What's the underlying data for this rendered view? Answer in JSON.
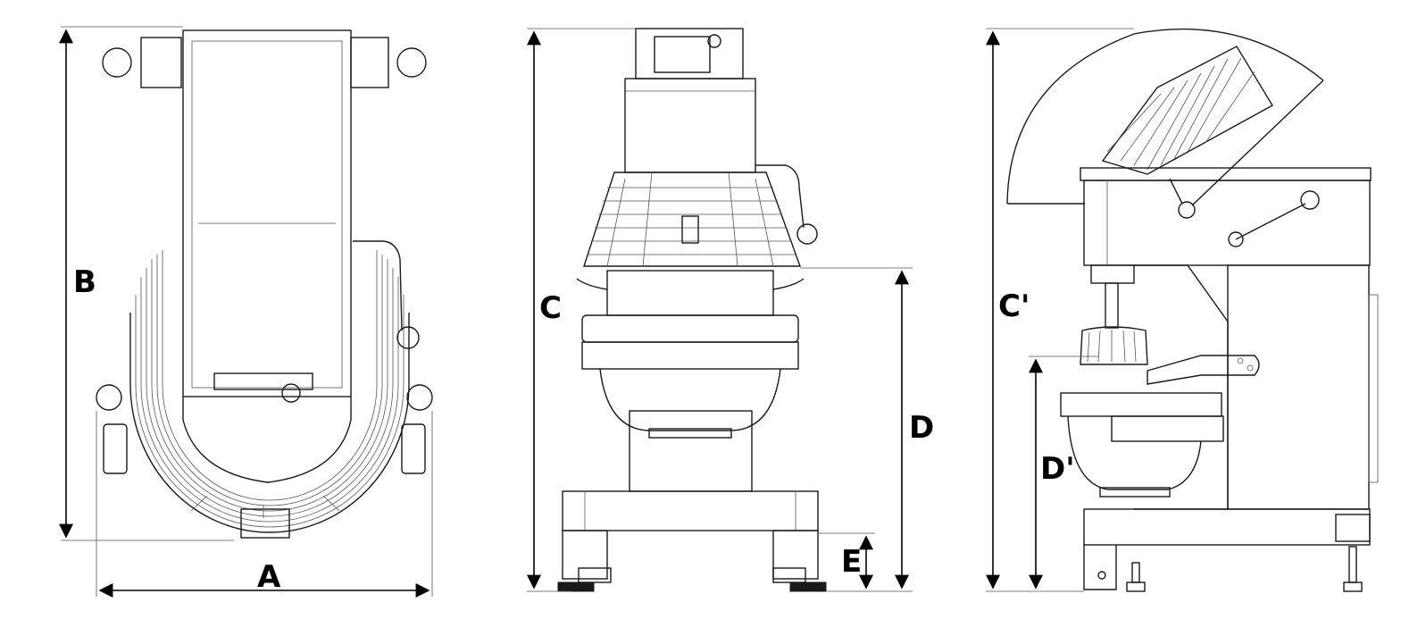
{
  "diagram": {
    "views": [
      {
        "name": "top-view",
        "dimensions": [
          "A",
          "B"
        ]
      },
      {
        "name": "front-view",
        "dimensions": [
          "C",
          "D",
          "E"
        ]
      },
      {
        "name": "side-view",
        "dimensions": [
          "C'",
          "D'"
        ]
      }
    ],
    "labels": {
      "A": "A",
      "B": "B",
      "C": "C",
      "D": "D",
      "E": "E",
      "C_prime": "C'",
      "D_prime": "D'"
    }
  }
}
